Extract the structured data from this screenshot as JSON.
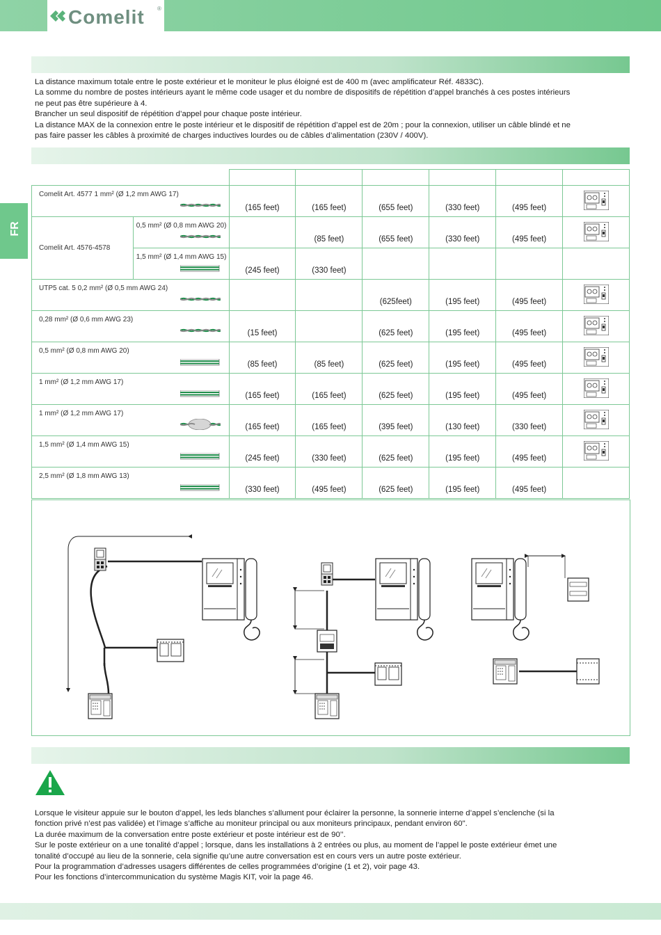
{
  "header": {
    "brand": "Comelit",
    "registered": "®"
  },
  "side_tab": {
    "label": "FR"
  },
  "intro": [
    "La distance maximum totale entre le poste extérieur et le moniteur le plus éloigné est de 400 m (avec amplificateur Réf. 4833C).",
    "La somme du nombre de postes intérieurs ayant le même code usager et du nombre de dispositifs de répétition d’appel branchés à ces postes intérieurs",
    "ne peut pas être supérieure à 4.",
    "Brancher un seul dispositif de répétition d’appel pour chaque poste intérieur.",
    "La distance MAX de la connexion entre le poste intérieur et le dispositif de répétition d’appel est de 20m ; pour la connexion, utiliser un câble blindé et ne",
    "pas faire passer les câbles à proximité de charges inductives lourdes ou de câbles d’alimentation (230V / 400V)."
  ],
  "table": {
    "rows": [
      {
        "label": "Comelit Art. 4577 1 mm² (Ø 1,2 mm AWG 17)",
        "cable": "twisted-pair-icon",
        "values": [
          "(165 feet)",
          "(165 feet)",
          "(655 feet)",
          "(330 feet)",
          "(495 feet)"
        ],
        "device": true
      },
      {
        "group": "Comelit Art. 4576-4578",
        "sublabel": "0,5 mm² (Ø 0,8 mm AWG 20)",
        "cable": "twisted-pair-icon",
        "values": [
          "",
          "(85 feet)",
          "(655 feet)",
          "(330 feet)",
          "(495 feet)"
        ],
        "device": true
      },
      {
        "sublabel": "1,5 mm² (Ø 1,4 mm AWG 15)",
        "cable": "parallel-pair-icon",
        "values": [
          "(245 feet)",
          "(330 feet)",
          "",
          "",
          ""
        ],
        "device": false
      },
      {
        "label": "UTP5 cat. 5 0,2 mm² (Ø 0,5 mm AWG 24)",
        "cable": "twisted-pair-icon",
        "values": [
          "",
          "",
          "(625feet)",
          "(195 feet)",
          "(495 feet)"
        ],
        "device": true
      },
      {
        "label": "0,28 mm² (Ø 0,6 mm AWG 23)",
        "cable": "twisted-pair-icon",
        "values": [
          "(15 feet)",
          "",
          "(625 feet)",
          "(195 feet)",
          "(495 feet)"
        ],
        "device": true
      },
      {
        "label": "0,5 mm² (Ø 0,8 mm AWG 20)",
        "cable": "parallel-pair-icon",
        "values": [
          "(85 feet)",
          "(85 feet)",
          "(625 feet)",
          "(195 feet)",
          "(495 feet)"
        ],
        "device": true
      },
      {
        "label": "1 mm² (Ø 1,2 mm AWG 17)",
        "cable": "parallel-pair-icon",
        "values": [
          "(165 feet)",
          "(165 feet)",
          "(625 feet)",
          "(195 feet)",
          "(495 feet)"
        ],
        "device": true
      },
      {
        "label": "1 mm² (Ø 1,2 mm AWG 17)",
        "cable": "shielded-cable-icon",
        "values": [
          "(165 feet)",
          "(165 feet)",
          "(395 feet)",
          "(130 feet)",
          "(330 feet)"
        ],
        "device": true
      },
      {
        "label": "1,5 mm² (Ø 1,4 mm AWG 15)",
        "cable": "parallel-pair-icon",
        "values": [
          "(245 feet)",
          "(330 feet)",
          "(625 feet)",
          "(195 feet)",
          "(495 feet)"
        ],
        "device": true
      },
      {
        "label": "2,5 mm² (Ø 1,8 mm AWG 13)",
        "cable": "parallel-pair-icon",
        "values": [
          "(330 feet)",
          "(495 feet)",
          "(625 feet)",
          "(195 feet)",
          "(495 feet)"
        ],
        "device": false
      }
    ]
  },
  "notes": [
    "Lorsque le visiteur appuie sur le bouton d’appel, les leds blanches s’allument pour éclairer la personne, la sonnerie interne d’appel s’enclenche (si la",
    "fonction privé n’est pas validée) et l’image s’affiche au moniteur principal ou aux moniteurs principaux, pendant environ 60\".",
    "La durée maximum de la conversation entre poste extérieur et poste intérieur est de 90’’.",
    "Sur le poste extérieur on a une tonalité d’appel ; lorsque, dans les installations à 2 entrées ou plus, au moment de l’appel le poste extérieur émet une",
    "tonalité d’occupé au lieu de la sonnerie, cela signifie qu’une autre conversation est en cours vers un autre poste extérieur.",
    "Pour la programmation d’adresses usagers différentes de celles programmées d’origine (1 et 2), voir page 43.",
    "Pour les fonctions d’intercommunication du système Magis KIT, voir la page 46."
  ],
  "colors": {
    "accent": "#6fc88c",
    "border": "#7cc895",
    "warning": "#1aa64a"
  }
}
